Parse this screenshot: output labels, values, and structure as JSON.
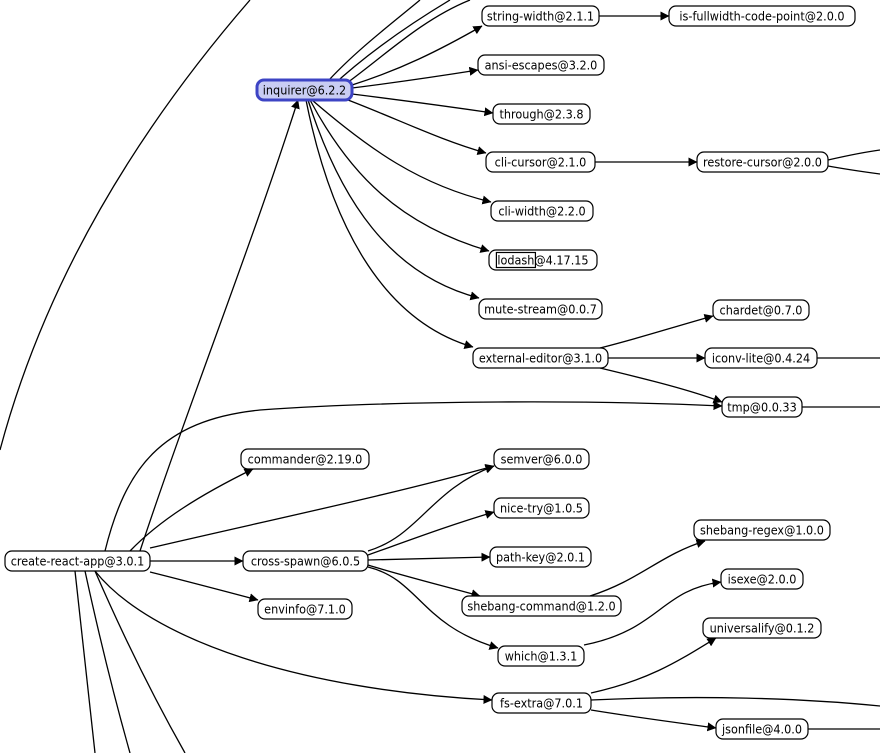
{
  "graph": {
    "nodes": [
      {
        "id": "string-width",
        "pkg": "string-width",
        "ver": "2.1.1"
      },
      {
        "id": "is-fullwidth",
        "pkg": "is-fullwidth-code-point",
        "ver": "2.0.0"
      },
      {
        "id": "ansi-escapes",
        "pkg": "ansi-escapes",
        "ver": "3.2.0"
      },
      {
        "id": "inquirer",
        "pkg": "inquirer",
        "ver": "6.2.2",
        "selected": true
      },
      {
        "id": "through",
        "pkg": "through",
        "ver": "2.3.8"
      },
      {
        "id": "cli-cursor",
        "pkg": "cli-cursor",
        "ver": "2.1.0"
      },
      {
        "id": "restore-cursor",
        "pkg": "restore-cursor",
        "ver": "2.0.0"
      },
      {
        "id": "cli-width",
        "pkg": "cli-width",
        "ver": "2.2.0"
      },
      {
        "id": "lodash",
        "pkg": "lodash",
        "ver": "4.17.15",
        "highlight": "lodash"
      },
      {
        "id": "mute-stream",
        "pkg": "mute-stream",
        "ver": "0.0.7"
      },
      {
        "id": "chardet",
        "pkg": "chardet",
        "ver": "0.7.0"
      },
      {
        "id": "external-editor",
        "pkg": "external-editor",
        "ver": "3.1.0"
      },
      {
        "id": "iconv-lite",
        "pkg": "iconv-lite",
        "ver": "0.4.24"
      },
      {
        "id": "tmp",
        "pkg": "tmp",
        "ver": "0.0.33"
      },
      {
        "id": "commander",
        "pkg": "commander",
        "ver": "2.19.0"
      },
      {
        "id": "semver",
        "pkg": "semver",
        "ver": "6.0.0"
      },
      {
        "id": "nice-try",
        "pkg": "nice-try",
        "ver": "1.0.5"
      },
      {
        "id": "shebang-regex",
        "pkg": "shebang-regex",
        "ver": "1.0.0"
      },
      {
        "id": "create-react-app",
        "pkg": "create-react-app",
        "ver": "3.0.1"
      },
      {
        "id": "cross-spawn",
        "pkg": "cross-spawn",
        "ver": "6.0.5"
      },
      {
        "id": "path-key",
        "pkg": "path-key",
        "ver": "2.0.1"
      },
      {
        "id": "isexe",
        "pkg": "isexe",
        "ver": "2.0.0"
      },
      {
        "id": "shebang-command",
        "pkg": "shebang-command",
        "ver": "1.2.0"
      },
      {
        "id": "envinfo",
        "pkg": "envinfo",
        "ver": "7.1.0"
      },
      {
        "id": "universalify",
        "pkg": "universalify",
        "ver": "0.1.2"
      },
      {
        "id": "which",
        "pkg": "which",
        "ver": "1.3.1"
      },
      {
        "id": "fs-extra",
        "pkg": "fs-extra",
        "ver": "7.0.1"
      },
      {
        "id": "jsonfile",
        "pkg": "jsonfile",
        "ver": "4.0.0"
      }
    ],
    "edges": [
      {
        "from": "string-width",
        "to": "is-fullwidth"
      },
      {
        "from": "inquirer",
        "to": "string-width"
      },
      {
        "from": "inquirer",
        "to": "ansi-escapes"
      },
      {
        "from": "inquirer",
        "to": "through"
      },
      {
        "from": "inquirer",
        "to": "cli-cursor"
      },
      {
        "from": "inquirer",
        "to": "cli-width"
      },
      {
        "from": "inquirer",
        "to": "lodash"
      },
      {
        "from": "inquirer",
        "to": "mute-stream"
      },
      {
        "from": "inquirer",
        "to": "external-editor"
      },
      {
        "from": "cli-cursor",
        "to": "restore-cursor"
      },
      {
        "from": "external-editor",
        "to": "chardet"
      },
      {
        "from": "external-editor",
        "to": "iconv-lite"
      },
      {
        "from": "external-editor",
        "to": "tmp"
      },
      {
        "from": "create-react-app",
        "to": "inquirer"
      },
      {
        "from": "create-react-app",
        "to": "tmp"
      },
      {
        "from": "create-react-app",
        "to": "commander"
      },
      {
        "from": "create-react-app",
        "to": "semver"
      },
      {
        "from": "create-react-app",
        "to": "cross-spawn"
      },
      {
        "from": "create-react-app",
        "to": "envinfo"
      },
      {
        "from": "create-react-app",
        "to": "fs-extra"
      },
      {
        "from": "cross-spawn",
        "to": "semver"
      },
      {
        "from": "cross-spawn",
        "to": "nice-try"
      },
      {
        "from": "cross-spawn",
        "to": "path-key"
      },
      {
        "from": "cross-spawn",
        "to": "shebang-command"
      },
      {
        "from": "cross-spawn",
        "to": "which"
      },
      {
        "from": "shebang-command",
        "to": "shebang-regex"
      },
      {
        "from": "which",
        "to": "isexe"
      },
      {
        "from": "fs-extra",
        "to": "universalify"
      },
      {
        "from": "fs-extra",
        "to": "jsonfile"
      }
    ]
  },
  "colors": {
    "selected_fill": "#c9cdf3",
    "selected_stroke": "#3d44c4",
    "highlight": "#ffff44",
    "edge": "#000000"
  }
}
